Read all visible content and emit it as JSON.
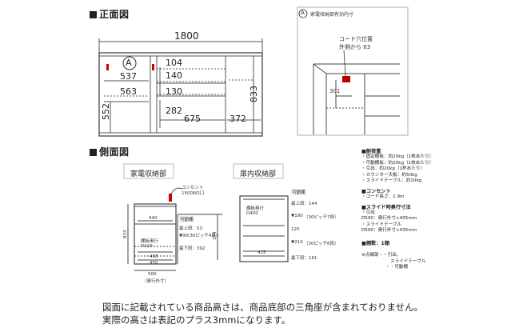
{
  "front_view": {
    "title": "正面図",
    "width": "1800",
    "marker": "A",
    "dims": {
      "d537": "537",
      "d563": "563",
      "d552": "552",
      "d104": "104",
      "d140": "140",
      "d130": "130",
      "d282": "282",
      "d675": "675",
      "d833": "833",
      "d372": "372"
    }
  },
  "detail_view": {
    "marker": "A",
    "title": "家電収納部有効内寸",
    "cord_note_1": "コード穴位置",
    "cord_note_2": "外側から 63",
    "d301": "301"
  },
  "side_view": {
    "title": "側面図",
    "appliance": {
      "label": "家電収納部",
      "concentric_1": "コンセント",
      "concentric_2": "1500W2口",
      "d440": "440",
      "movable": "可動棚",
      "upper_limit": "最上段：53",
      "pitch": "▼90(30ピッチ4段)",
      "d374": "374",
      "lowest": "最下段：392",
      "shelf_depth_1": "棚板奥行",
      "shelf_depth_2": "D420",
      "d468": "468",
      "d450": "450",
      "d833": "833",
      "d500": "500",
      "d500_note": "（奥行外寸）"
    },
    "cabinet": {
      "label": "扉内収納部",
      "movable": "可動棚",
      "shelf_depth_1": "棚板奥行",
      "shelf_depth_2": "D400",
      "top": "最上段：144",
      "d180": "▼180",
      "d180_note": "（30ピッチ7段）",
      "d120": "120",
      "d210": "▼210",
      "d210_note": "（30ピッチ6段）",
      "d415": "415",
      "bottom": "最下段：161"
    }
  },
  "specs": [
    {
      "head": "■耐荷重",
      "lines": [
        "・固定棚板：約20kg（1枚あたり）",
        "・可動棚板：約20kg（1枚あたり）",
        "・引出：約20kg（1杯あたり）",
        "・カウンター天板：約50kg",
        "・スライドテーブル：約10kg"
      ]
    },
    {
      "head": "■コンセント",
      "lines": [
        "・コード長さ：1.9m"
      ]
    },
    {
      "head": "■スライド時奥行寸法",
      "lines": [
        "・引出",
        "D500：奥行外寸+405mm",
        "・スライドテーブル",
        "D500：奥行外寸+435mm"
      ]
    },
    {
      "head": "■棚数：1棚",
      "lines": []
    }
  ],
  "legend": {
    "line1": "※点線部・・引出、",
    "line2": "スライドテーブル",
    "line3": "・・可動棚"
  },
  "footnote": {
    "line1": "図面に記載されている商品高さは、商品底部の三角座が含まれておりません。",
    "line2": "実際の高さは表記のプラス3mmになります。"
  }
}
